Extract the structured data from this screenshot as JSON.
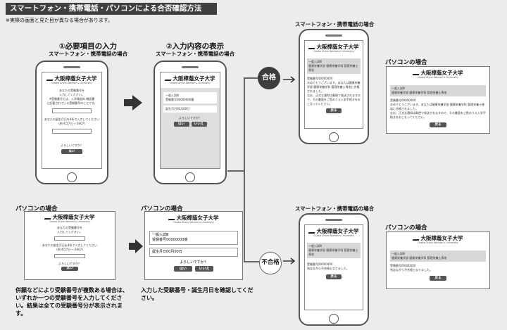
{
  "header": {
    "title": "スマートフォン・携帯電話・パソコンによる合否確認方法",
    "note": "※実際の画面と見た目が異なる場合があります。"
  },
  "step1": {
    "title": "①必要項目の入力",
    "subtitle": "スマートフォン・携帯電話の場合",
    "pc_label": "パソコンの場合",
    "description": "併願などにより受験番号が複数ある場合は、いずれか一つの受験番号を入力してください。結果は全ての受験番号分が表示されます。"
  },
  "step2": {
    "title": "②入力内容の表示",
    "subtitle": "スマートフォン・携帯電話の場合",
    "pc_label": "パソコンの場合",
    "description": "入力した受験番号・誕生月日を確認してください。"
  },
  "logo": {
    "jp": "大阪樟蔭女子大学",
    "en": "Osaka Shoin Women's University"
  },
  "input_screen": {
    "line1": "あなたの受験番号を",
    "line2": "入力してください。",
    "line3": "※受験番号とは、入学検定料 確認書",
    "line4": "に記載されている受験番号のことです。",
    "birth_line": "あなたの誕生月日を4桁で入力してください",
    "example": "(例 4月7日 → 0407)",
    "confirm": "よろしいですか？",
    "yes": "はい"
  },
  "confirm_screen": {
    "section": "一般入試Ⅲ",
    "exam_no": "受験番号00000000番",
    "birth": "誕生月日00月00日",
    "confirm": "よろしいですか？",
    "yes": "はい",
    "no": "いいえ"
  },
  "result_pass": {
    "badge": "合格",
    "phone_label": "スマートフォン・携帯電話の場合",
    "pc_label": "パソコンの場合",
    "section": "一般入試Ⅲ",
    "dept": "健康栄養学部 健康栄養学科 管理栄養士専攻",
    "exam_no": "受験番号00000000",
    "message": "おめでとうございます。あなたは健康栄養学部 健康栄養学科 管理栄養士専攻に合格されました。",
    "message2": "なお、正式な通知は郵便で発送されますので、その書面をご覧のうえ入学手続きをおこなってください。",
    "back": "戻る"
  },
  "result_fail": {
    "badge": "不合格",
    "phone_label": "スマートフォン・携帯電話の場合",
    "pc_label": "パソコンの場合",
    "section": "一般入試Ⅲ",
    "dept": "健康栄養学部 健康栄養学科 管理栄養士専攻",
    "exam_no": "受験番号00000000",
    "message": "残念ながら不合格となりました。",
    "back": "戻る"
  }
}
